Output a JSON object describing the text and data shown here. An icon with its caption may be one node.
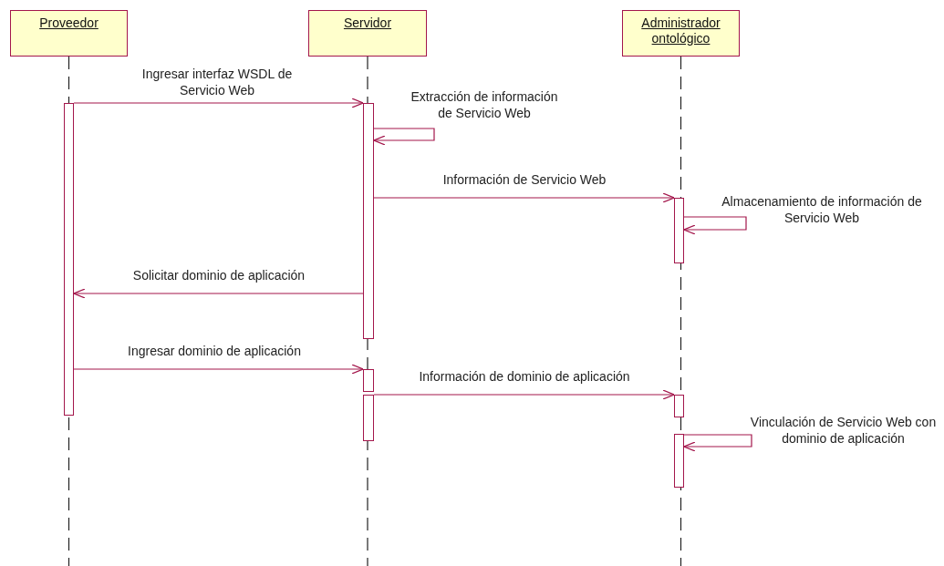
{
  "diagram": {
    "nodes": [
      {
        "text": [
          "Proveedor"
        ]
      },
      {
        "text": [
          "Servidor"
        ]
      },
      {
        "text": [
          "Administrador ontológico"
        ]
      },
      {
        "text": [],
        "shape": "bar"
      },
      {
        "text": [],
        "shape": "bar"
      },
      {
        "text": [],
        "shape": "bar"
      },
      {
        "text": [],
        "shape": "bar"
      },
      {
        "text": [],
        "shape": "bar"
      },
      {
        "text": [],
        "shape": "bar"
      },
      {
        "text": [],
        "shape": "bar"
      }
    ],
    "edges": [
      {
        "from": 3,
        "to": 4,
        "arrow": "to",
        "label": "Ingresar interfaz WSDL de Servicio Web"
      },
      {
        "from": 4,
        "to": 4,
        "arrow": "to",
        "label": "Extracción de información de Servicio Web"
      },
      {
        "from": 4,
        "to": 5,
        "arrow": "to",
        "label": "Información de Servicio Web"
      },
      {
        "from": 5,
        "to": 5,
        "arrow": "to",
        "label": "Almacenamiento de información de Servicio Web"
      },
      {
        "from": 4,
        "to": 3,
        "arrow": "to",
        "label": "Solicitar dominio de aplicación"
      },
      {
        "from": 3,
        "to": 6,
        "arrow": "to",
        "label": "Ingresar dominio de aplicación"
      },
      {
        "from": 7,
        "to": 8,
        "arrow": "to",
        "label": "Información de dominio de aplicación"
      },
      {
        "from": 9,
        "to": 9,
        "arrow": "to",
        "label": "Vinculación de Servicio Web con dominio de aplicación"
      }
    ]
  }
}
